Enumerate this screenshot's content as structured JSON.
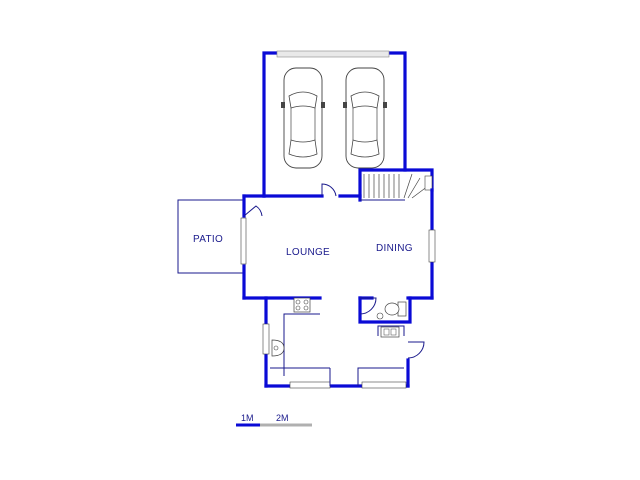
{
  "rooms": {
    "patio": "PATIO",
    "lounge": "LOUNGE",
    "dining": "DINING"
  },
  "scale": {
    "label_1": "1M",
    "label_2": "2M"
  },
  "colors": {
    "wall": "#0a0ad6",
    "text": "#1a1a8c",
    "scale_light": "#b0b0b0"
  }
}
